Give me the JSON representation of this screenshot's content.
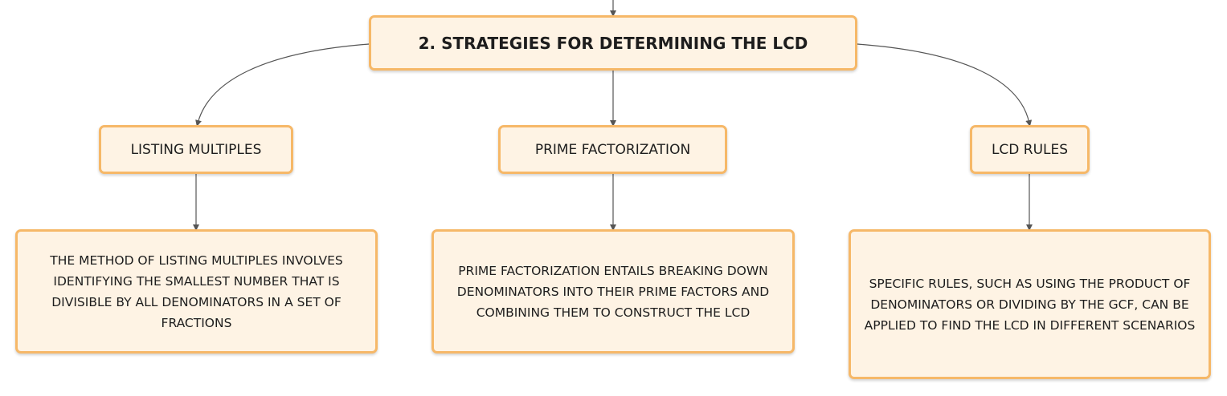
{
  "root": {
    "label": "2. STRATEGIES FOR DETERMINING THE LCD"
  },
  "branches": [
    {
      "label": "LISTING MULTIPLES",
      "detail": "THE METHOD OF LISTING MULTIPLES INVOLVES IDENTIFYING THE SMALLEST NUMBER THAT IS DIVISIBLE BY ALL DENOMINATORS IN A SET OF FRACTIONS"
    },
    {
      "label": "PRIME FACTORIZATION",
      "detail": "PRIME FACTORIZATION ENTAILS BREAKING DOWN DENOMINATORS INTO THEIR PRIME FACTORS AND COMBINING THEM TO CONSTRUCT THE LCD"
    },
    {
      "label": "LCD RULES",
      "detail": "SPECIFIC RULES, SUCH AS USING THE PRODUCT OF DENOMINATORS OR DIVIDING BY THE GCF, CAN BE APPLIED TO FIND THE LCD IN DIFFERENT SCENARIOS"
    }
  ],
  "colors": {
    "node_fill": "#fef3e4",
    "node_border": "#f6b868",
    "connector": "#555555",
    "text": "#1d1d1d"
  }
}
